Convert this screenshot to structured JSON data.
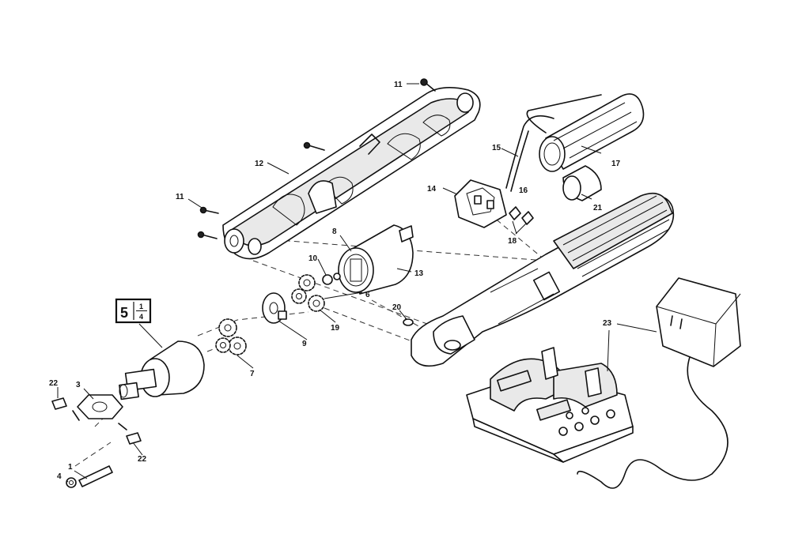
{
  "callouts": {
    "c1": "1",
    "c3": "3",
    "c4": "4",
    "c6": "6",
    "c7": "7",
    "c8": "8",
    "c9": "9",
    "c10": "10",
    "c11a": "11",
    "c11b": "11",
    "c12": "12",
    "c13": "13",
    "c14": "14",
    "c15": "15",
    "c16": "16",
    "c17": "17",
    "c18": "18",
    "c19": "19",
    "c20": "20",
    "c21": "21",
    "c22a": "22",
    "c22b": "22",
    "c23": "23"
  },
  "reference_box": {
    "main": "5",
    "numerator": "1",
    "denominator": "4"
  }
}
